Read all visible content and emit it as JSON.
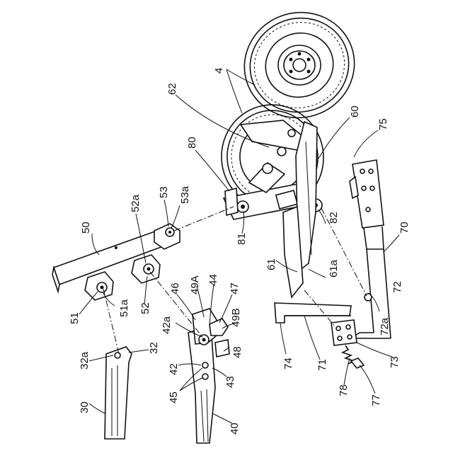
{
  "labels": {
    "l4": "4",
    "l62": "62",
    "l60": "60",
    "l75": "75",
    "l80": "80",
    "l53": "53",
    "l53a": "53a",
    "l52a": "52a",
    "l50": "50",
    "l81": "81",
    "l82": "82",
    "l70": "70",
    "l61": "61",
    "l61a": "61a",
    "l72": "72",
    "l72a": "72a",
    "l51": "51",
    "l51a": "51a",
    "l52": "52",
    "l46": "46",
    "l49A": "49A",
    "l44": "44",
    "l47": "47",
    "l42a": "42a",
    "l49B": "49B",
    "l48": "48",
    "l42": "42",
    "l43": "43",
    "l45": "45",
    "l32a": "32a",
    "l32": "32",
    "l30": "30",
    "l40": "40",
    "l74": "74",
    "l71": "71",
    "l73": "73",
    "l78": "78",
    "l77": "77"
  }
}
